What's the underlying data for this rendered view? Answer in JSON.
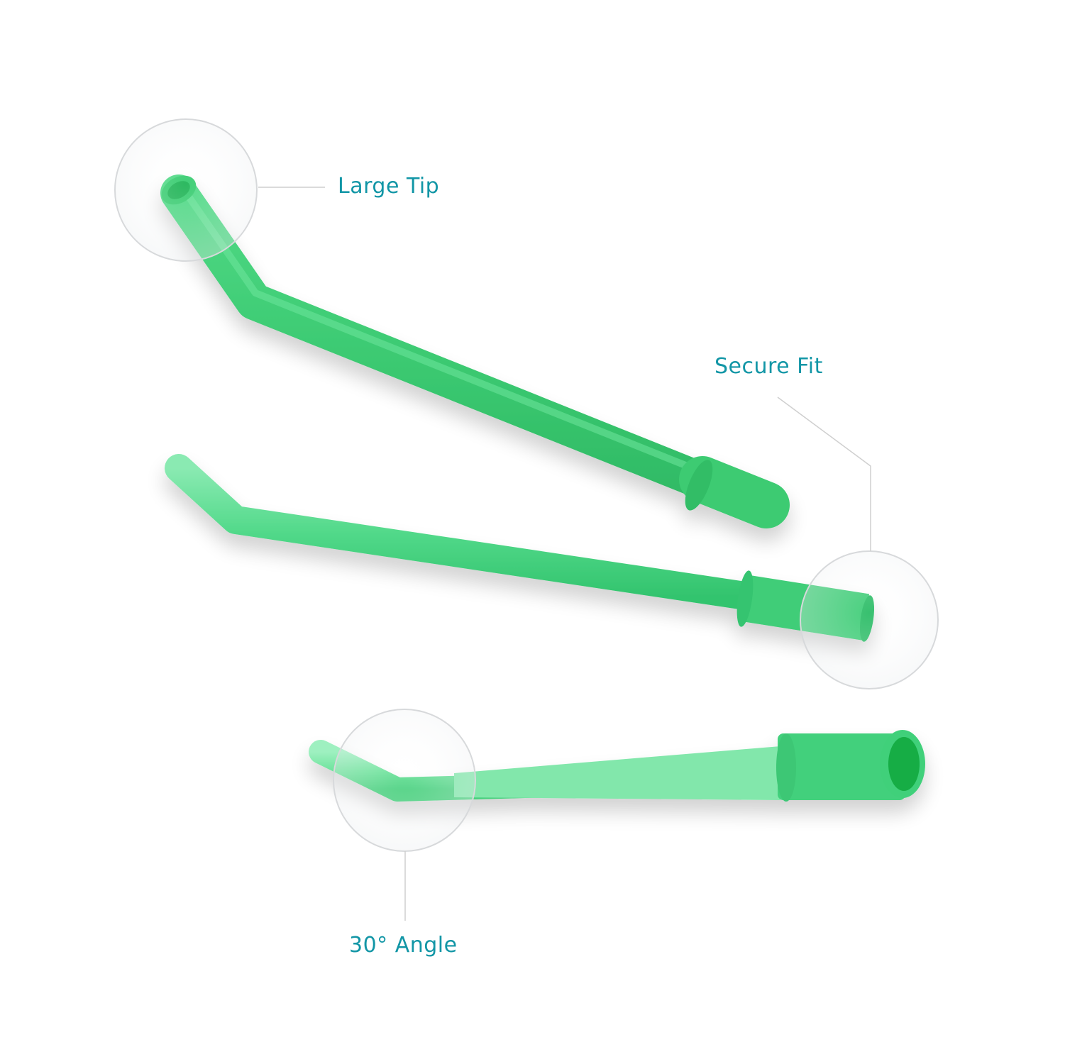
{
  "callouts": {
    "large_tip": "Large Tip",
    "secure_fit": "Secure Fit",
    "angle": "30° Angle"
  },
  "colors": {
    "background": "#ffffff",
    "label_text": "#1296a6",
    "leader_line": "#cfcfcf",
    "tube_green": "#39c86f",
    "tube_green_light": "#7ee3a6",
    "tube_green_dark": "#22ad57",
    "tube_inside": "#18b24d"
  },
  "products": [
    {
      "name": "aspirator-tip-top",
      "icon": "suction-tube"
    },
    {
      "name": "aspirator-tip-middle",
      "icon": "suction-tube"
    },
    {
      "name": "aspirator-tip-bottom",
      "icon": "suction-tube"
    }
  ]
}
